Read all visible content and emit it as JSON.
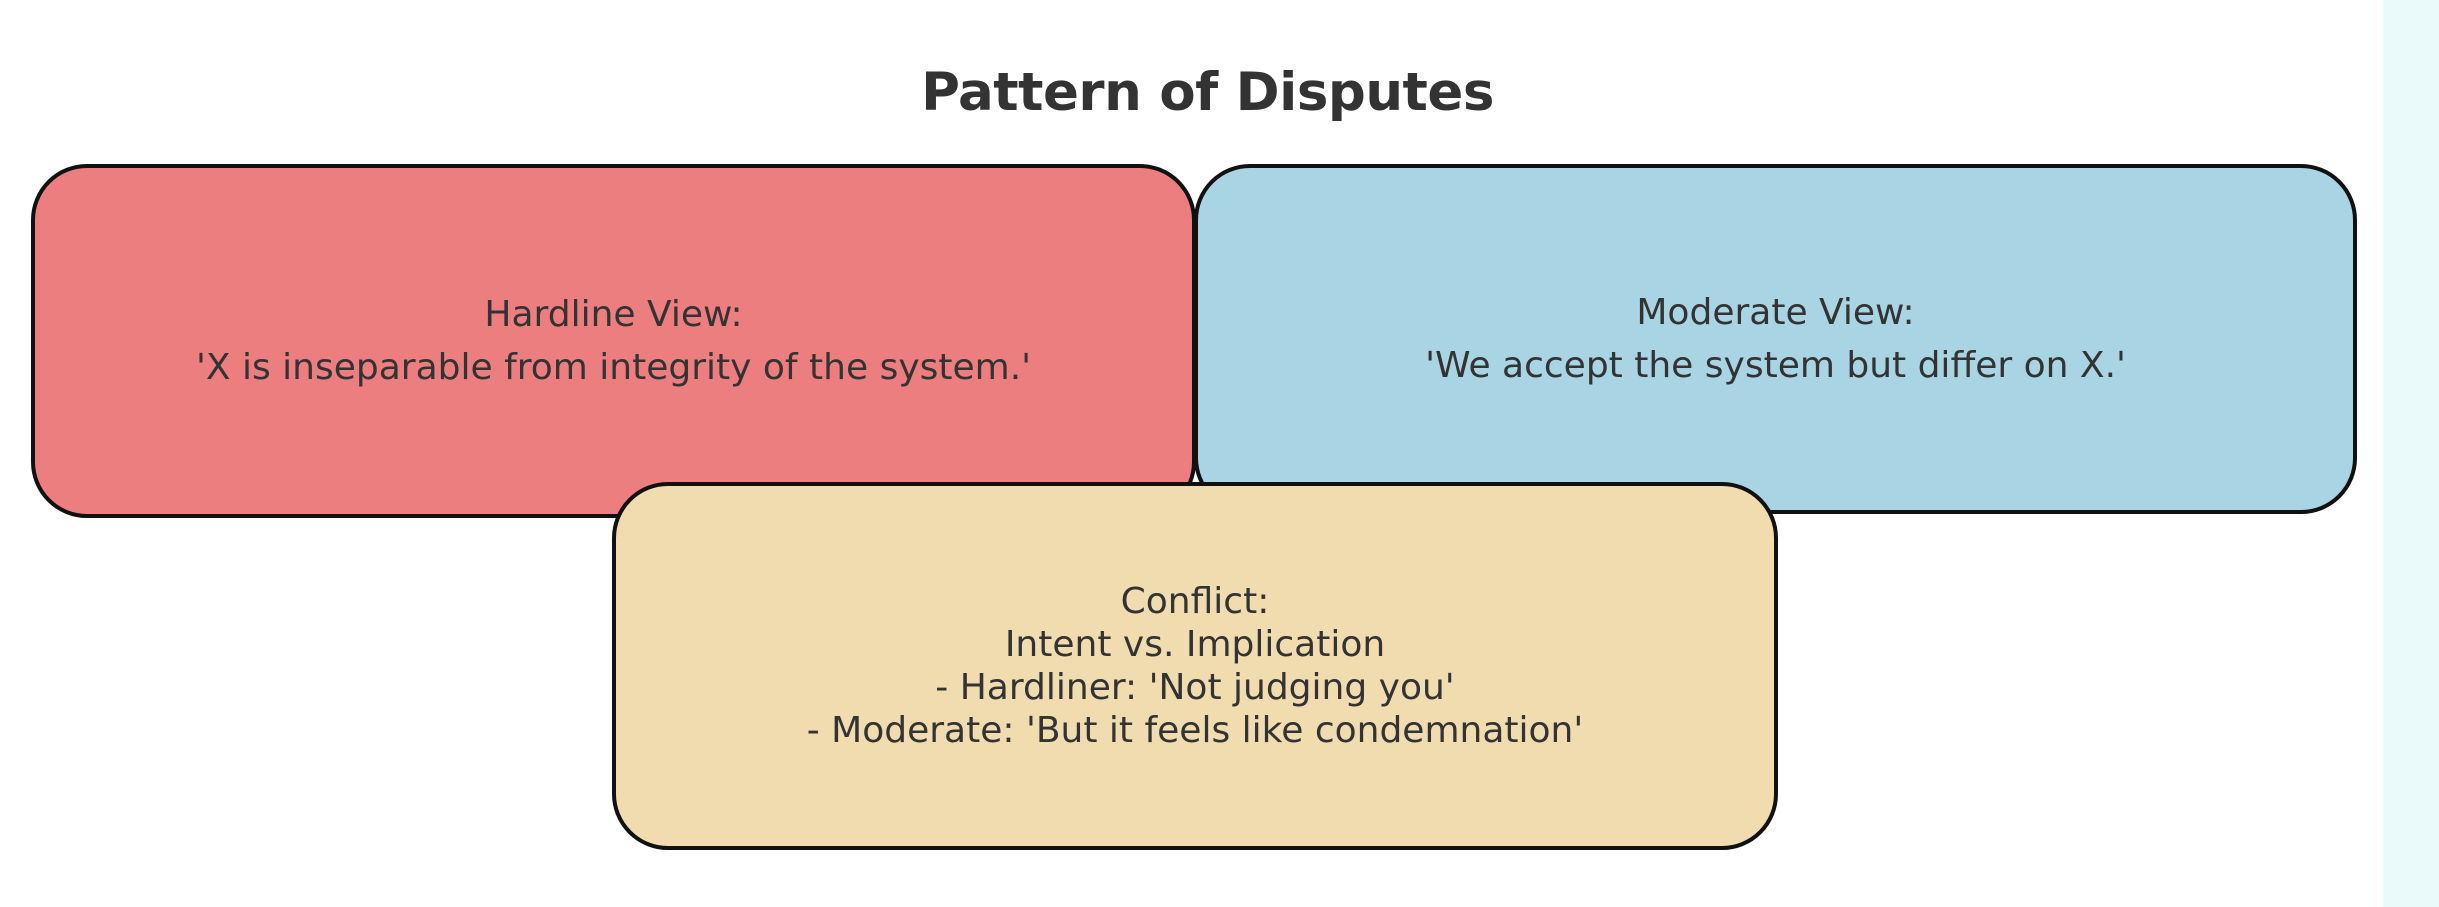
{
  "title": "Pattern of Disputes",
  "colors": {
    "hardline_fill": "#ED7E80",
    "moderate_fill": "#A9D4E3",
    "conflict_fill": "#F1DCB0",
    "node_border": "#111111",
    "text": "#333333",
    "title_text": "#333333",
    "canvas_background": "#FFFFFF",
    "right_strip": "#EAFAFA"
  },
  "nodes": {
    "hardline": {
      "name": "Hardline View",
      "lines": [
        "Hardline View:",
        "'X is inseparable from integrity of the system.'"
      ]
    },
    "moderate": {
      "name": "Moderate View",
      "lines": [
        "Moderate View:",
        "'We accept the system but differ on X.'"
      ]
    },
    "conflict": {
      "name": "Conflict",
      "lines": [
        "Conflict:",
        "Intent vs. Implication",
        "- Hardliner: 'Not judging you'",
        "- Moderate: 'But it feels like condemnation'"
      ]
    }
  }
}
